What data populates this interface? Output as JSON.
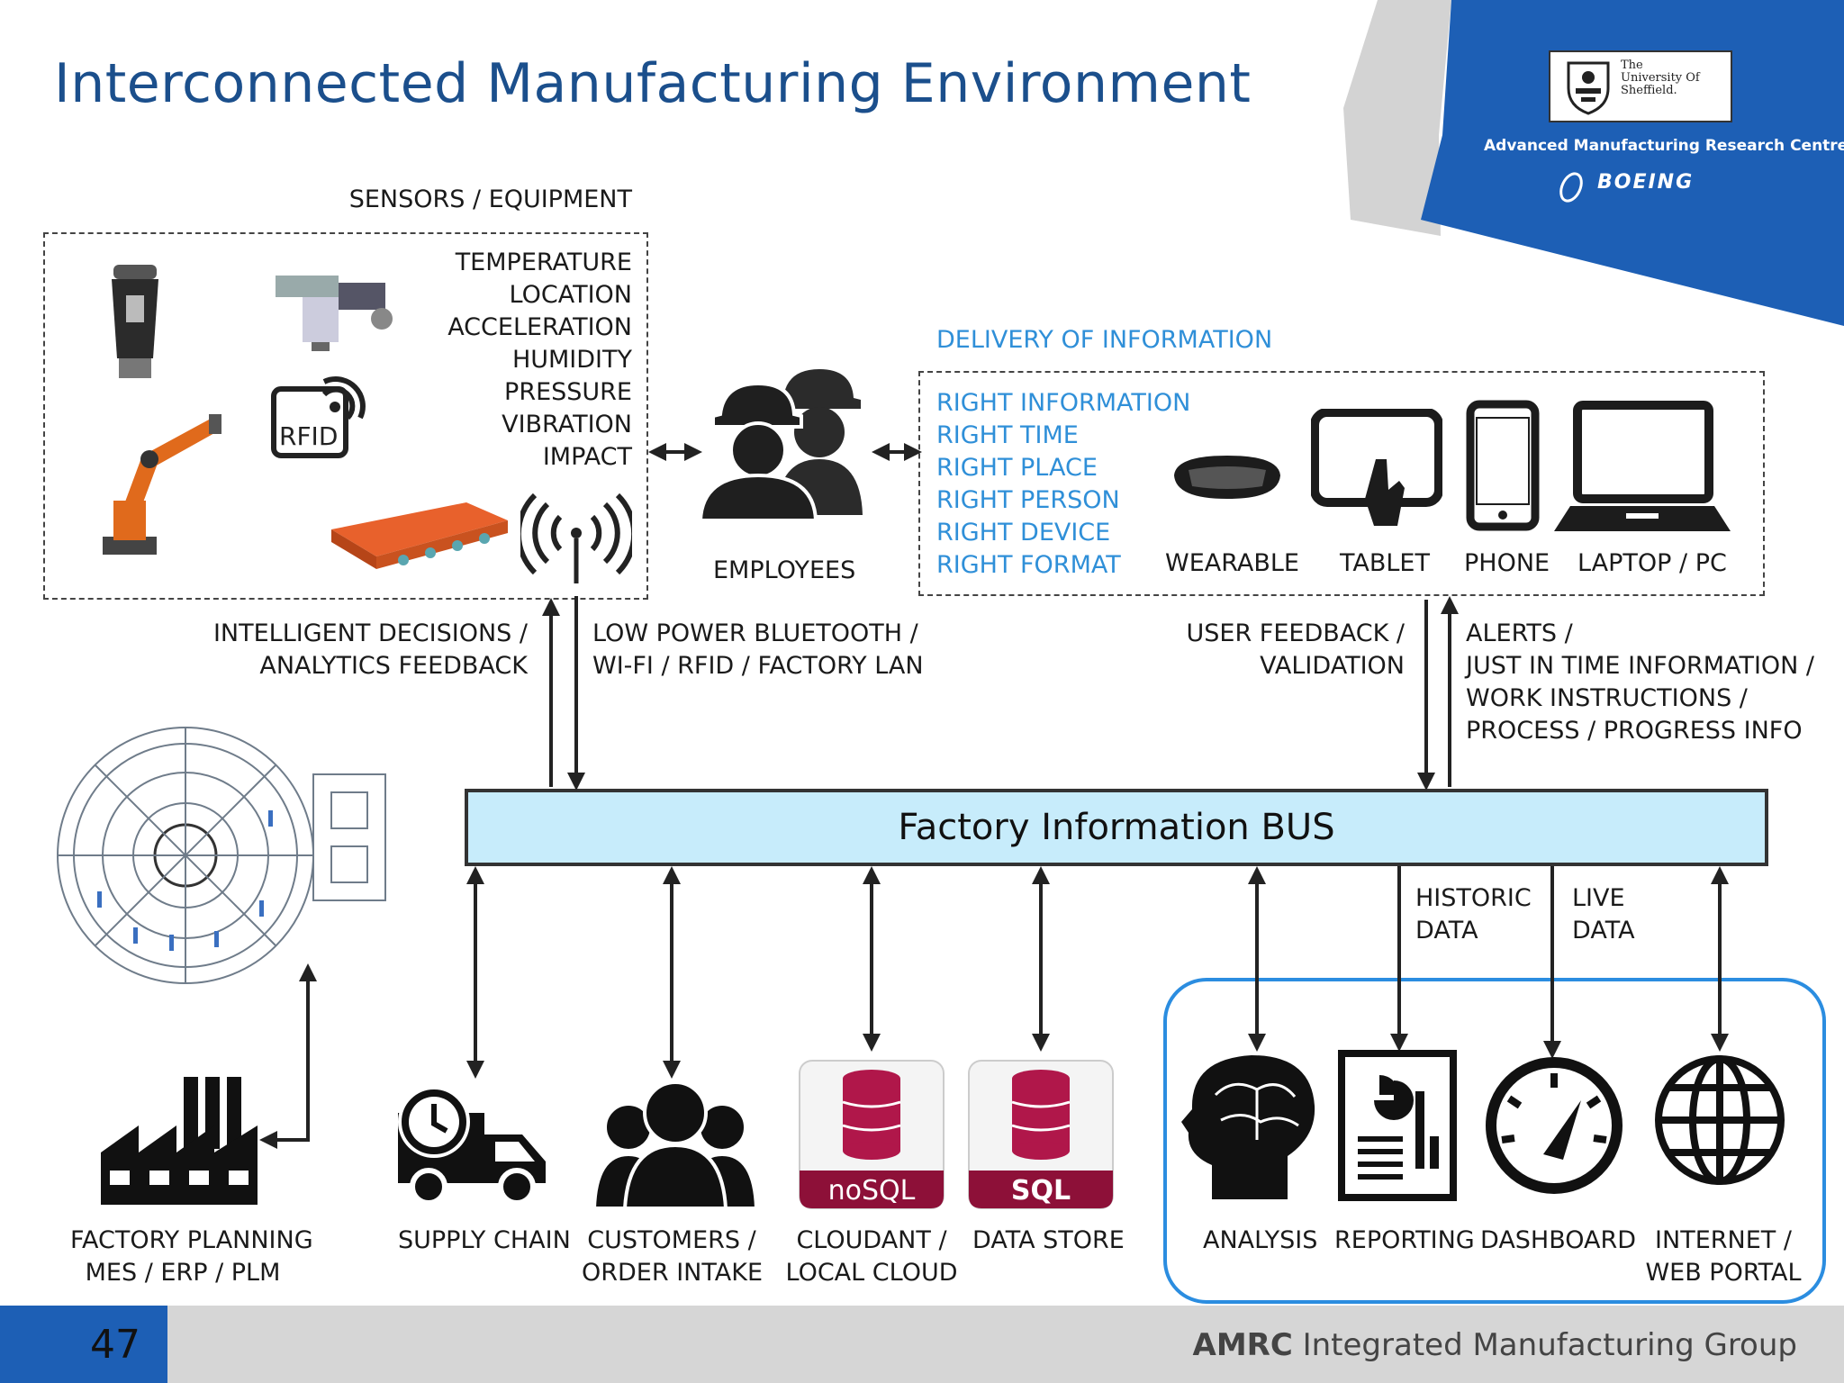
{
  "title": "Interconnected Manufacturing Environment",
  "branding": {
    "university": "The University Of Sheffield.",
    "centre": "Advanced Manufacturing Research Centre",
    "partner": "BOEING",
    "footer_bold": "AMRC",
    "footer_text": "Integrated Manufacturing Group",
    "page_number": "47",
    "brand_color": "#1d5fb5"
  },
  "sensors": {
    "heading": "SENSORS / EQUIPMENT",
    "items": [
      "TEMPERATURE",
      "LOCATION",
      "ACCELERATION",
      "HUMIDITY",
      "PRESSURE",
      "VIBRATION",
      "IMPACT"
    ],
    "rfid_label": "RFID"
  },
  "employees": {
    "label": "EMPLOYEES"
  },
  "delivery": {
    "heading": "DELIVERY OF INFORMATION",
    "rights": [
      "RIGHT INFORMATION",
      "RIGHT TIME",
      "RIGHT PLACE",
      "RIGHT PERSON",
      "RIGHT DEVICE",
      "RIGHT FORMAT"
    ],
    "devices": [
      "WEARABLE",
      "TABLET",
      "PHONE",
      "LAPTOP / PC"
    ]
  },
  "links": {
    "decisions": [
      "INTELLIGENT DECISIONS /",
      "ANALYTICS FEEDBACK"
    ],
    "comms": [
      "LOW POWER BLUETOOTH /",
      "WI-FI / RFID / FACTORY LAN"
    ],
    "feedback": [
      "USER FEEDBACK /",
      "VALIDATION"
    ],
    "alerts": [
      "ALERTS /",
      "JUST IN TIME INFORMATION /",
      "WORK INSTRUCTIONS /",
      "PROCESS / PROGRESS INFO"
    ],
    "historic": [
      "HISTORIC",
      "DATA"
    ],
    "live": [
      "LIVE",
      "DATA"
    ]
  },
  "bus": {
    "label": "Factory Information BUS"
  },
  "bottom": {
    "factory": [
      "FACTORY PLANNING",
      "MES / ERP / PLM"
    ],
    "supply": "SUPPLY CHAIN",
    "customers": [
      "CUSTOMERS /",
      "ORDER INTAKE"
    ],
    "cloud": [
      "CLOUDANT /",
      "LOCAL CLOUD"
    ],
    "nosql_badge": "noSQL",
    "sql_badge": "SQL",
    "datastore": "DATA STORE",
    "analysis": "ANALYSIS",
    "reporting": "REPORTING",
    "dashboard": "DASHBOARD",
    "internet": [
      "INTERNET /",
      "WEB PORTAL"
    ]
  },
  "colors": {
    "bus_fill": "#c7ecfb",
    "accent_blue": "#2f8fd8",
    "title_blue": "#1b4f8c",
    "db_red": "#b0174a"
  }
}
